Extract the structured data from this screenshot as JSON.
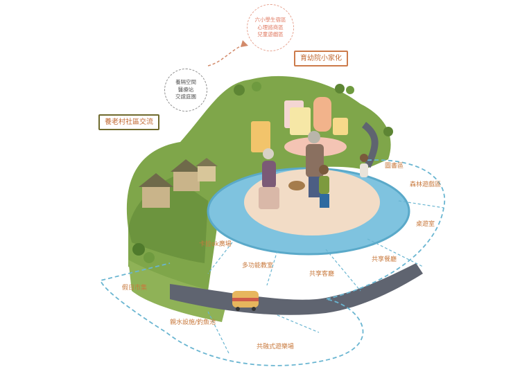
{
  "callouts": {
    "elder_exchange": "養老村社區交流",
    "orphanage": "育幼院小家化"
  },
  "bubble_left": [
    "養隔空間",
    "醫療站",
    "交誼庭園"
  ],
  "bubble_top": [
    "六小學生宿區",
    "心理諮商區",
    "兒童遊戲區"
  ],
  "zones": {
    "library": "圖書區",
    "forest_play": "森林遊戲區",
    "board_game": "桌遊室",
    "karaoke": "卡拉ok廣場",
    "multi_classroom": "多功能教室",
    "shared_living": "共享客廳",
    "shared_dining": "共享餐廳",
    "holiday_market": "假日市集",
    "water_fishing": "親水設施/釣魚池",
    "inclusive_play": "共融式遊樂場"
  },
  "colors": {
    "grass": "#7fa64a",
    "grass_dark": "#5d8534",
    "pond": "#7fc3df",
    "plaza": "#f2dcc6",
    "road": "#5f6470",
    "dashed": "#69b5d1",
    "accent": "#c8793d"
  }
}
